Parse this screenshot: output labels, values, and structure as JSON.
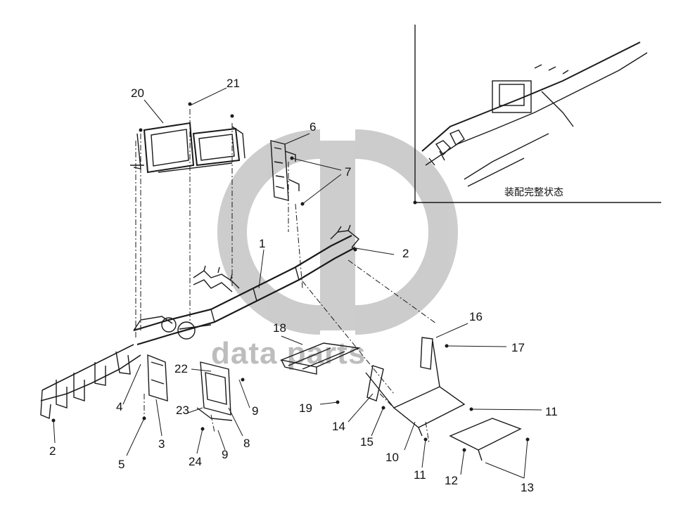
{
  "inset_caption": "装配完整状态",
  "watermark_text": "data  parts",
  "callouts": [
    "1",
    "2",
    "2",
    "3",
    "4",
    "5",
    "6",
    "7",
    "8",
    "9",
    "9",
    "10",
    "11",
    "11",
    "12",
    "13",
    "14",
    "15",
    "16",
    "17",
    "18",
    "19",
    "20",
    "21",
    "22",
    "23",
    "24"
  ],
  "colors": {
    "line": "#1a1a1a",
    "watermark": "#bdbdbd",
    "background": "#ffffff"
  }
}
